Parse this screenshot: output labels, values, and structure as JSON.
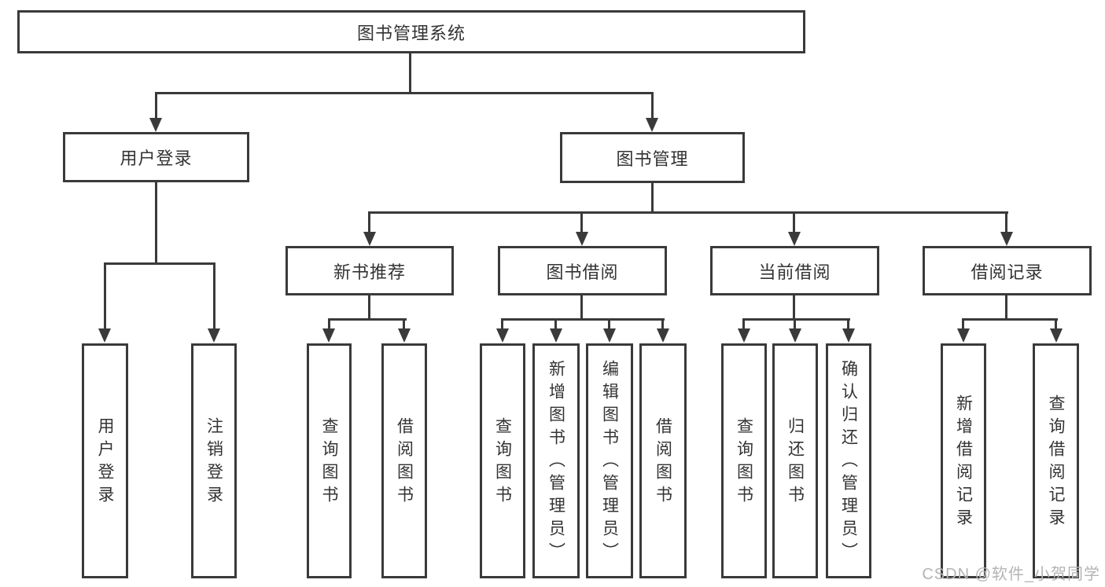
{
  "watermark": "CSDN @软件_小贺同学",
  "theme": {
    "line_color": "#3a3a3a",
    "box_border_color": "#3a3a3a",
    "text_color": "#333333",
    "watermark_color": "#b4b4b4",
    "background": "#ffffff"
  },
  "tree": {
    "root": "图书管理系统",
    "branches": [
      {
        "label": "用户登录",
        "children": [
          "用户登录",
          "注销登录"
        ]
      },
      {
        "label": "图书管理",
        "groups": [
          {
            "label": "新书推荐",
            "children": [
              "查询图书",
              "借阅图书"
            ]
          },
          {
            "label": "图书借阅",
            "children": [
              "查询图书",
              "新增图书（管理员）",
              "编辑图书（管理员）",
              "借阅图书"
            ]
          },
          {
            "label": "当前借阅",
            "children": [
              "查询图书",
              "归还图书",
              "确认归还（管理员）"
            ]
          },
          {
            "label": "借阅记录",
            "children": [
              "新增借阅记录",
              "查询借阅记录"
            ]
          }
        ]
      }
    ]
  }
}
